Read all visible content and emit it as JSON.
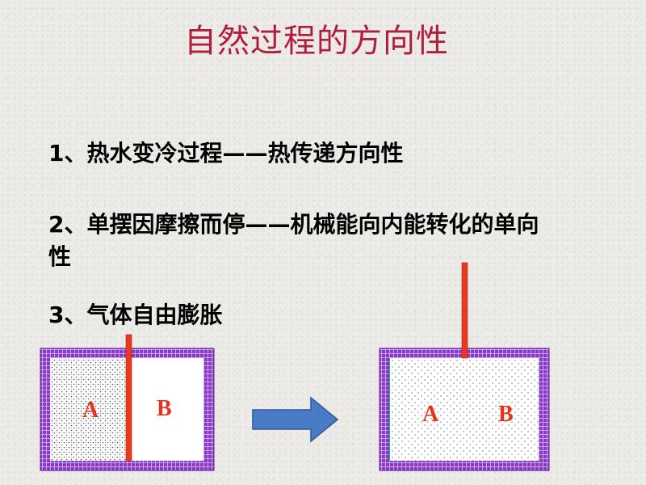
{
  "slide": {
    "title": "自然过程的方向性",
    "items": [
      "1、热水变冷过程——热传递方向性",
      "2、单摆因摩擦而停——机械能向内能转化的单向性",
      "3、气体自由膨胀"
    ]
  },
  "diagram": {
    "before": {
      "label_a": "A",
      "label_b": "B"
    },
    "after": {
      "label_a": "A",
      "label_b": "B"
    },
    "colors": {
      "wall": "#8a36c8",
      "wall_grid": "#c9a6e8",
      "partition": "#e83a1e",
      "arrow": "#4a7bc6",
      "label": "#e8301b"
    },
    "icons": [
      "right-arrow-icon"
    ]
  }
}
